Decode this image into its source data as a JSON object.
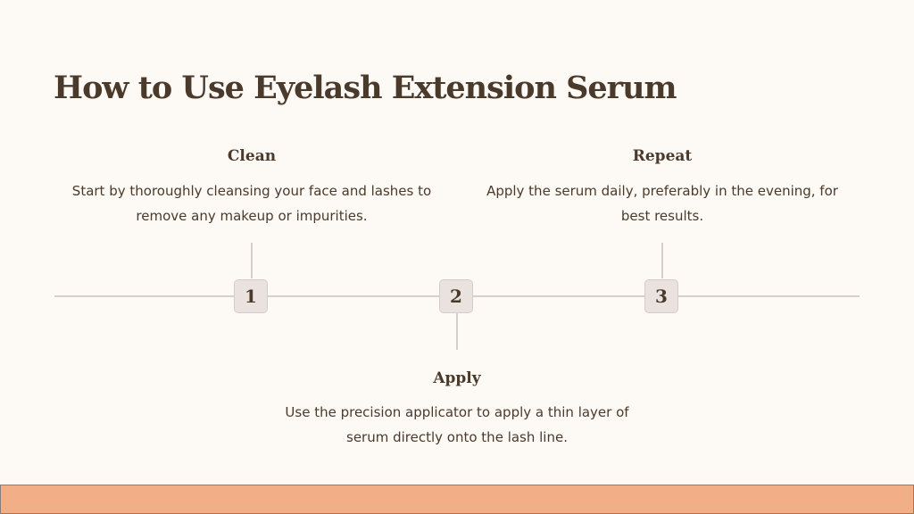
{
  "title": "How to Use Eyelash Extension Serum",
  "steps": [
    {
      "number": "1",
      "heading": "Clean",
      "description": "Start by thoroughly cleansing your face and lashes to remove any makeup or impurities."
    },
    {
      "number": "2",
      "heading": "Apply",
      "description": "Use the precision applicator to apply a thin layer of serum directly onto the lash line."
    },
    {
      "number": "3",
      "heading": "Repeat",
      "description": "Apply the serum daily, preferably in the evening, for best results."
    }
  ],
  "colors": {
    "background": "#fdf9f5",
    "text": "#4a3a2c",
    "line": "#d6d0cb",
    "badge": "#eae2df",
    "footer": "#f2ae86"
  }
}
